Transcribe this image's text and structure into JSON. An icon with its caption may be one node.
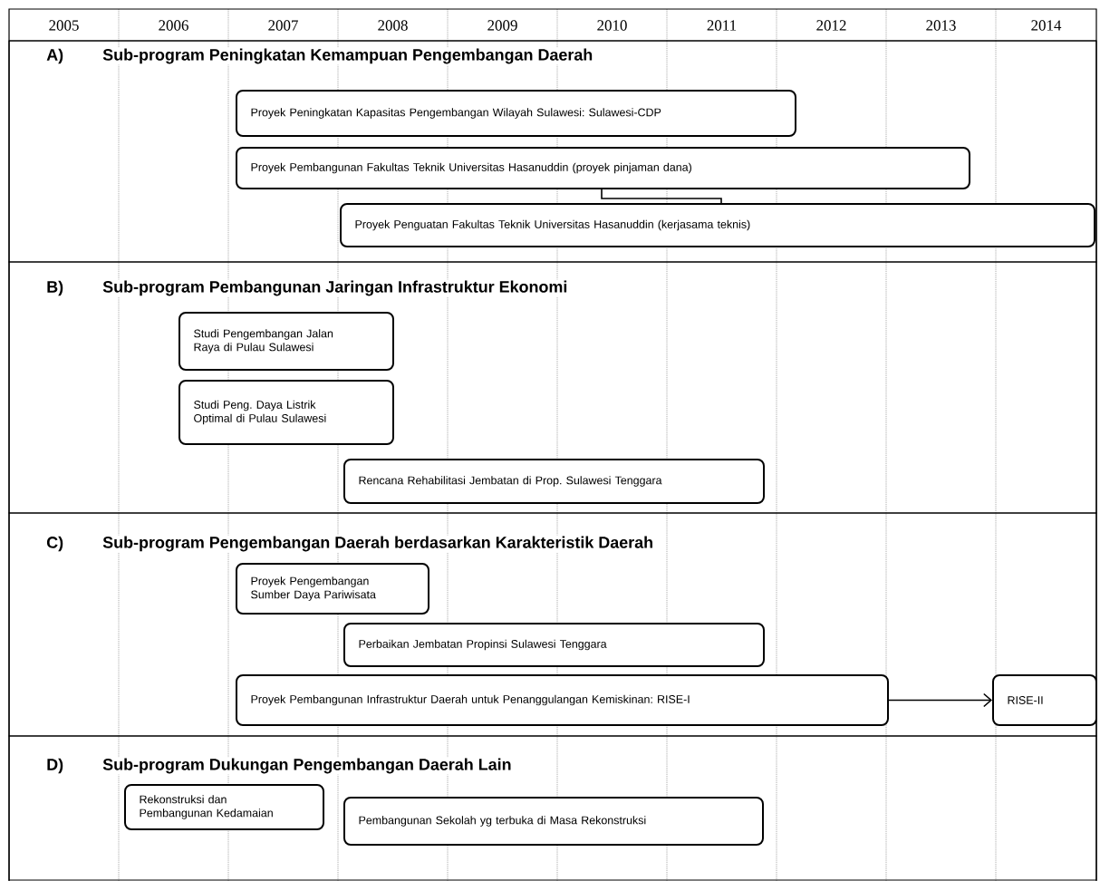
{
  "diagram": {
    "nodes": [
      {
        "text": [
          "A)",
          "Sub-program Peningkatan Kemampuan Pengembangan Daerah"
        ]
      },
      {
        "text": [
          "Proyek Peningkatan Kapasitas Pengembangan Wilayah Sulawesi: Sulawesi-CDP"
        ],
        "in": 0
      },
      {
        "text": [
          "Proyek Pembangunan Fakultas Teknik Universitas Hasanuddin (proyek pinjaman dana)"
        ],
        "in": 0
      },
      {
        "text": [
          "Proyek Penguatan Fakultas Teknik Universitas Hasanuddin (kerjasama teknis)"
        ],
        "in": 0
      },
      {
        "text": [
          "B)",
          "Sub-program Pembangunan Jaringan Infrastruktur Ekonomi"
        ]
      },
      {
        "text": [
          "Studi Pengembangan Jalan Raya di Pulau Sulawesi"
        ],
        "in": 4
      },
      {
        "text": [
          "Studi Peng. Daya Listrik Optimal di Pulau Sulawesi"
        ],
        "in": 4
      },
      {
        "text": [
          "Rencana Rehabilitasi Jembatan di Prop. Sulawesi Tenggara"
        ],
        "in": 4
      },
      {
        "text": [
          "C)",
          "Sub-program Pengembangan Daerah berdasarkan Karakteristik Daerah"
        ]
      },
      {
        "text": [
          "Proyek Pengembangan Sumber Daya Pariwisata"
        ],
        "in": 8
      },
      {
        "text": [
          "Perbaikan Jembatan Propinsi Sulawesi Tenggara"
        ],
        "in": 8
      },
      {
        "text": [
          "Proyek Pembangunan Infrastruktur Daerah untuk Penanggulangan Kemiskinan: RISE-I"
        ],
        "in": 8
      },
      {
        "text": [
          "RISE-II"
        ],
        "in": 8
      },
      {
        "text": [
          "D)",
          "Sub-program Dukungan Pengembangan Daerah Lain"
        ]
      },
      {
        "text": [
          "Rekonstruksi dan Pembangunan Kedamaian"
        ],
        "in": 13
      },
      {
        "text": [
          "Pembangunan Sekolah yg terbuka di Masa Rekonstruksi"
        ],
        "in": 13
      }
    ],
    "edges": [
      {
        "from": 2,
        "to": 3,
        "arrow": "none"
      },
      {
        "from": 11,
        "to": 12,
        "arrow": "to"
      }
    ],
    "labels": [
      "2005",
      "2006",
      "2007",
      "2008",
      "2009",
      "2010",
      "2011",
      "2012",
      "2013",
      "2014"
    ]
  }
}
